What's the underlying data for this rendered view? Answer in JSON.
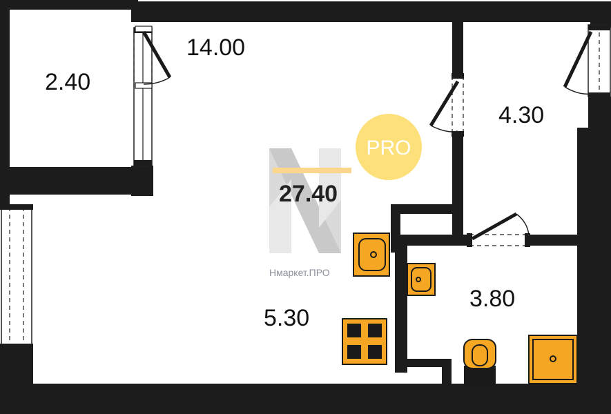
{
  "plan": {
    "total_area": "27.40",
    "rooms": {
      "loggia": "2.40",
      "living": "14.00",
      "hall": "4.30",
      "kitchen": "5.30",
      "bathroom": "3.80"
    }
  },
  "badge": {
    "text": "PRO"
  },
  "watermark": {
    "text": "Нмаркет.ПРО"
  },
  "colors": {
    "wall": "#1c1c1c",
    "fixture": "#f5a623",
    "badge": "#fde07a",
    "accent_bar": "#f7b731",
    "watermark": "#c9c9c9"
  }
}
